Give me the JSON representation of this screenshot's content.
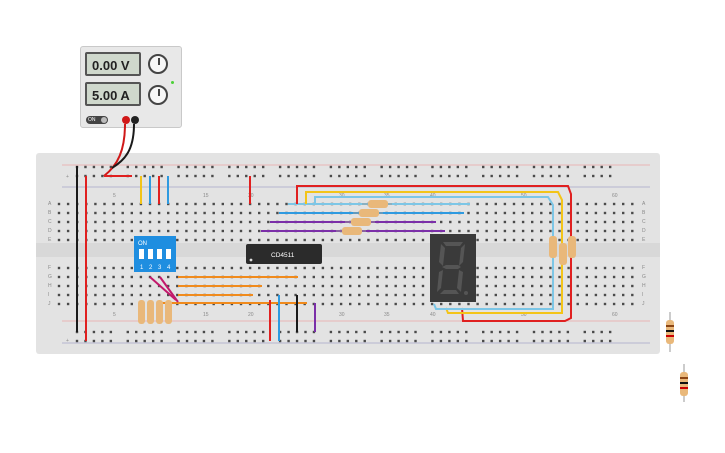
{
  "power_supply": {
    "voltage_display": "0.00 V",
    "current_display": "5.00 A",
    "switch_label": "ON"
  },
  "breadboard": {
    "column_numbers_top": [
      "5",
      "15",
      "20",
      "30",
      "35",
      "40",
      "50",
      "60"
    ],
    "column_numbers_bottom": [
      "5",
      "15",
      "20",
      "30",
      "35",
      "40",
      "50",
      "60"
    ],
    "row_letters_top": [
      "A",
      "B",
      "C",
      "D",
      "E"
    ],
    "row_letters_bottom": [
      "F",
      "G",
      "H",
      "I",
      "J"
    ],
    "rail_plus": "+",
    "rail_minus": "−"
  },
  "dip_switch": {
    "label_on": "ON",
    "numbers": [
      "1",
      "2",
      "3",
      "4"
    ]
  },
  "ic": {
    "label": "CD4511"
  },
  "seven_segment": {
    "digit": "8"
  },
  "colors": {
    "wire_red": "#e02020",
    "wire_black": "#1a1a1a",
    "wire_yellow": "#f3c418",
    "wire_blue": "#2e9ae0",
    "wire_orange": "#f08a1c",
    "wire_purple": "#7b2fa8",
    "wire_light_blue": "#7cc6e6"
  }
}
